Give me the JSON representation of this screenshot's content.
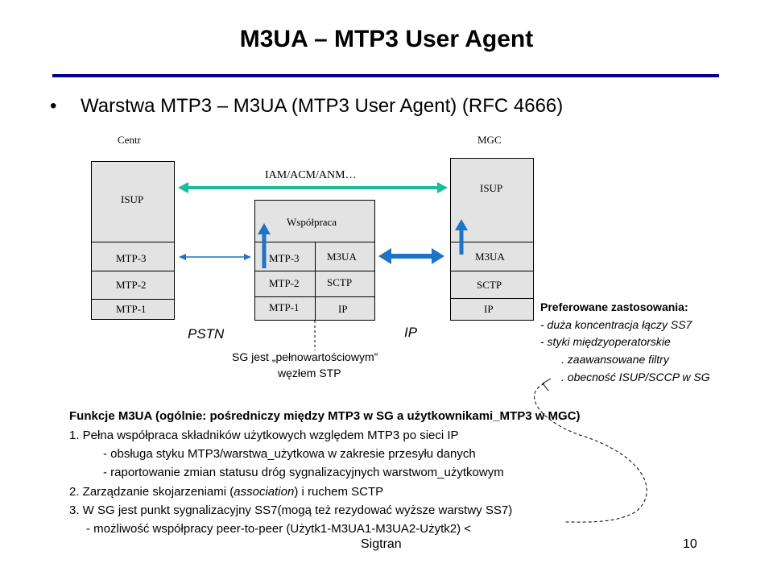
{
  "slide": {
    "title": "M3UA – MTP3 User Agent",
    "bullet_symbol": "•",
    "bullet_text": "Warstwa MTP3 – M3UA (MTP3 User Agent) (RFC 4666)",
    "footer_center": "Sigtran",
    "page_number": "10"
  },
  "colors": {
    "rule": "#00008b",
    "arrow_teal": "#1abc9c",
    "arrow_blue": "#1e73c6",
    "box_fill": "#e3e3e3"
  },
  "diagram": {
    "centr_label": "Centr",
    "mgc_label": "MGC",
    "centr_stack": [
      "ISUP",
      "MTP-3",
      "MTP-2",
      "MTP-1"
    ],
    "sg": {
      "top": "Współpraca",
      "left": [
        "MTP-3",
        "MTP-2",
        "MTP-1"
      ],
      "right": [
        "M3UA",
        "SCTP",
        "IP"
      ]
    },
    "mgc_stack": [
      "ISUP",
      "M3UA",
      "SCTP",
      "IP"
    ],
    "iam_label": "IAM/ACM/ANM…",
    "pstn_label": "PSTN",
    "ip_label": "IP",
    "sg_note_1": "SG jest „pełnowartościowym”",
    "sg_note_2": "węzłem STP"
  },
  "preferred": {
    "heading": "Preferowane zastosowania:",
    "items": [
      "- duża koncentracja łączy SS7",
      "- styki międzyoperatorskie",
      ". zaawansowane filtry",
      ". obecność ISUP/SCCP w SG"
    ]
  },
  "functions": {
    "heading": "Funkcje M3UA (ogólnie: pośredniczy między MTP3 w SG a użytkownikami_MTP3 w MGC)",
    "l1": "1. Pełna współpraca składników użytkowych względem MTP3 po sieci IP",
    "l2": "- obsługa styku MTP3/warstwa_użytkowa w zakresie przesyłu danych",
    "l3": "- raportowanie zmian statusu dróg sygnalizacyjnych warstwom_użytkowym",
    "l4a": "2. Zarządzanie skojarzeniami (",
    "l4b": "association",
    "l4c": ") i ruchem SCTP",
    "l5": "3. W SG jest punkt sygnalizacyjny SS7(mogą też rezydować wyższe warstwy SS7)",
    "l6": "- możliwość współpracy peer-to-peer (Użytk1-M3UA1-M3UA2-Użytk2) <"
  }
}
